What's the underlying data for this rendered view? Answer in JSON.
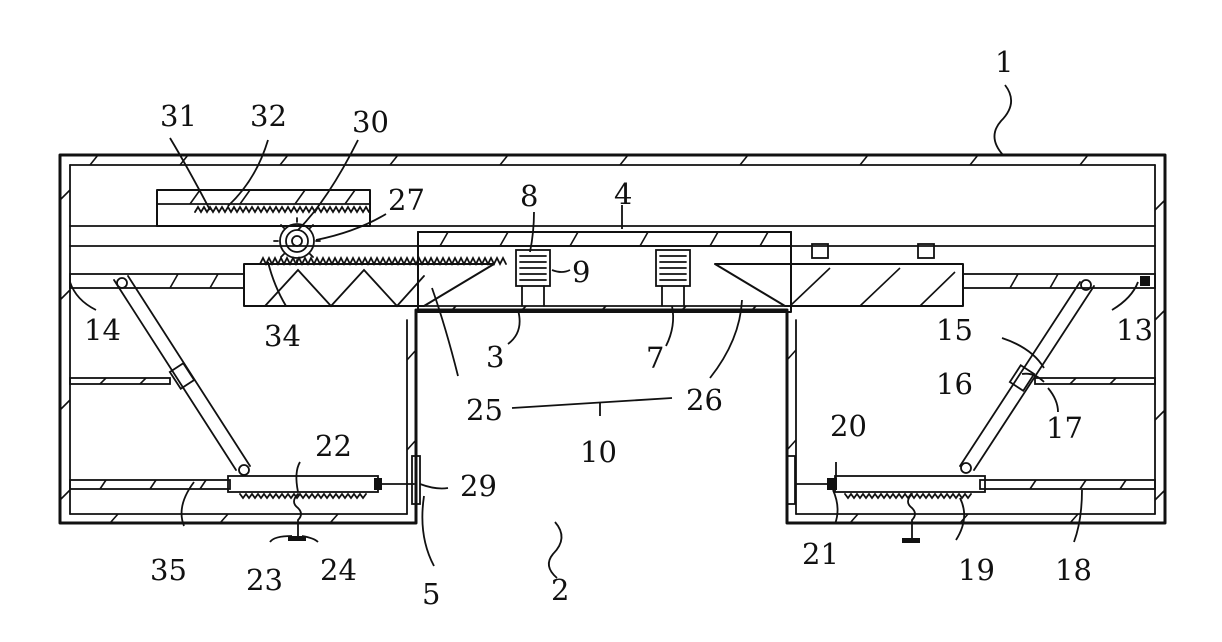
{
  "diagram": {
    "labels": [
      {
        "id": "l1",
        "text": "1"
      },
      {
        "id": "l2",
        "text": "2"
      },
      {
        "id": "l3",
        "text": "3"
      },
      {
        "id": "l4",
        "text": "4"
      },
      {
        "id": "l5",
        "text": "5"
      },
      {
        "id": "l7",
        "text": "7"
      },
      {
        "id": "l8",
        "text": "8"
      },
      {
        "id": "l9",
        "text": "9"
      },
      {
        "id": "l10",
        "text": "10"
      },
      {
        "id": "l13",
        "text": "13"
      },
      {
        "id": "l14",
        "text": "14"
      },
      {
        "id": "l15",
        "text": "15"
      },
      {
        "id": "l16",
        "text": "16"
      },
      {
        "id": "l17",
        "text": "17"
      },
      {
        "id": "l18",
        "text": "18"
      },
      {
        "id": "l19",
        "text": "19"
      },
      {
        "id": "l20",
        "text": "20"
      },
      {
        "id": "l21",
        "text": "21"
      },
      {
        "id": "l22",
        "text": "22"
      },
      {
        "id": "l23",
        "text": "23"
      },
      {
        "id": "l24",
        "text": "24"
      },
      {
        "id": "l25",
        "text": "25"
      },
      {
        "id": "l26",
        "text": "26"
      },
      {
        "id": "l27",
        "text": "27"
      },
      {
        "id": "l29",
        "text": "29"
      },
      {
        "id": "l30",
        "text": "30"
      },
      {
        "id": "l31",
        "text": "31"
      },
      {
        "id": "l32",
        "text": "32"
      },
      {
        "id": "l34",
        "text": "34"
      },
      {
        "id": "l35",
        "text": "35"
      }
    ]
  }
}
